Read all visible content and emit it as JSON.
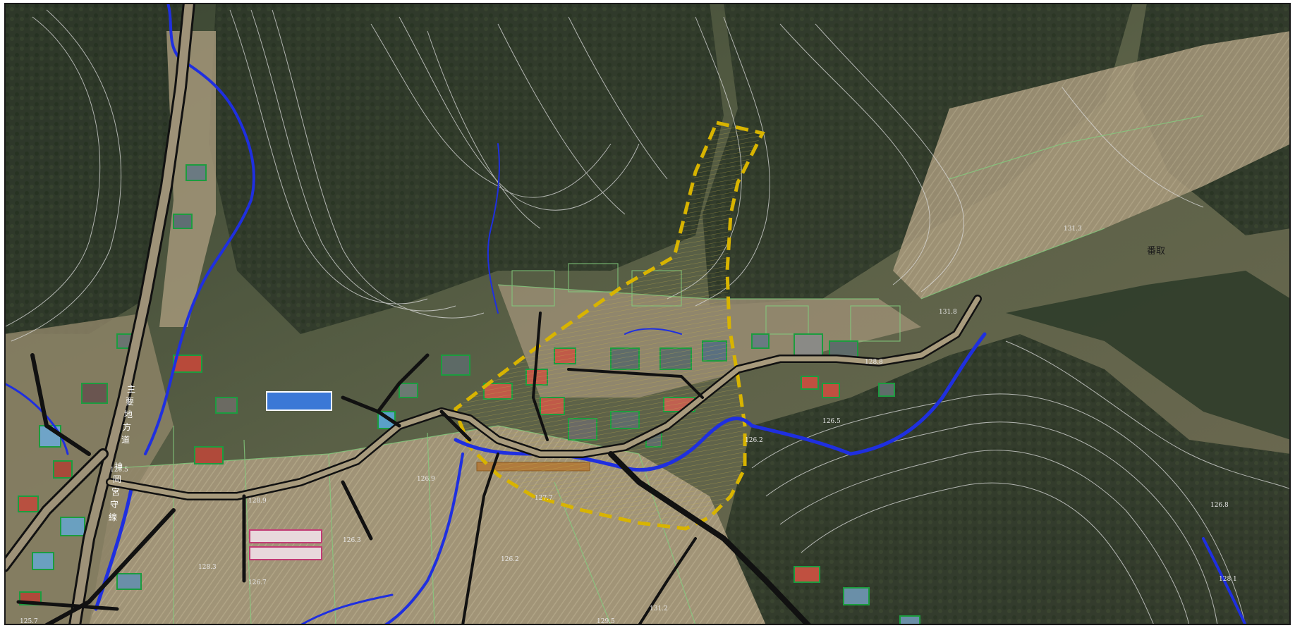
{
  "map": {
    "type": "aerial orthophoto with topographic overlay",
    "colors": {
      "forest_dark": "#2f3a2b",
      "forest_mid": "#4a5a3e",
      "hill_brown": "#7a6e55",
      "field_tan": "#a99a7c",
      "contour": "#d9d9d9",
      "parcel_green": "#7fc67a",
      "building_outline": "#1e9a3e",
      "stream_blue": "#1f2fe0",
      "road_black": "#111111",
      "road_fill": "#9e9278",
      "boundary_yellow": "#d8b400",
      "frame": "#1a1a1a"
    },
    "elevation_labels": [
      "131.8",
      "128.8",
      "126.5",
      "127.7",
      "128.9",
      "126.9",
      "126.3",
      "128.3",
      "126.2",
      "126.7",
      "131.2",
      "129.5",
      "126.8",
      "125.7",
      "128.1",
      "126.5",
      "126.2",
      "131.3"
    ],
    "road_labels": [
      "主",
      "要",
      "地",
      "方",
      "道",
      "神",
      "岡",
      "宮",
      "守",
      "線"
    ],
    "place_label": "番取"
  }
}
